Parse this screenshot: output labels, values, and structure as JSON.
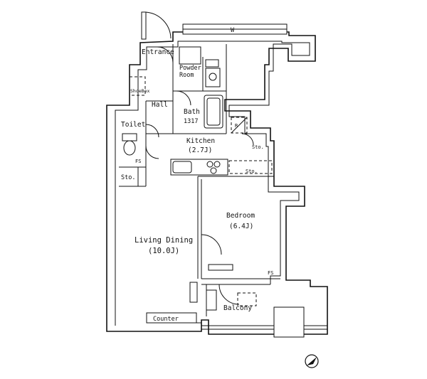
{
  "floor_plan": {
    "rooms": {
      "entrance": "Entrance",
      "powder_room_line1": "Powder",
      "powder_room_line2": "Room",
      "shoebox": "ShoeBox",
      "hall": "Hall",
      "bath": "Bath",
      "bath_size": "1317",
      "toilet": "Toilet",
      "kitchen": "Kitchen",
      "kitchen_size": "(2.7J)",
      "storage_left": "Sto.",
      "storage_right": "Sto.",
      "storage_mid": "Sto.",
      "bedroom": "Bedroom",
      "bedroom_size": "(6.4J)",
      "living_dining": "Living Dining",
      "living_dining_size": "(10.0J)",
      "balcony": "Balcony",
      "counter": "Counter"
    },
    "marks": {
      "fs_toilet": "FS",
      "fs_bedroom": "FS",
      "closet_mark": "R"
    },
    "window_label": "W"
  }
}
